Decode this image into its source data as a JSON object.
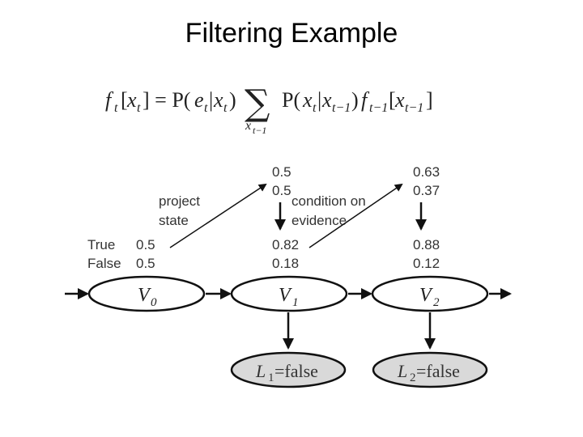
{
  "title": "Filtering Example",
  "formula": {
    "text": "f_t[x_t] = P(e_t|x_t) Σ_{x_{t-1}} P(x_t|x_{t-1}) f_{t-1}[x_{t-1}]"
  },
  "row_labels": {
    "true": "True",
    "false": "False"
  },
  "annotations": {
    "project_state_line1": "project",
    "project_state_line2": "state",
    "condition_line1": "condition on",
    "condition_line2": "evidence"
  },
  "predicted": [
    {
      "true": "0.5",
      "false": "0.5"
    },
    {
      "true": "0.63",
      "false": "0.37"
    }
  ],
  "filtered": [
    {
      "true": "0.5",
      "false": "0.5"
    },
    {
      "true": "0.82",
      "false": "0.18"
    },
    {
      "true": "0.88",
      "false": "0.12"
    }
  ],
  "nodes": [
    {
      "var": "V",
      "sub": "0"
    },
    {
      "var": "V",
      "sub": "1"
    },
    {
      "var": "V",
      "sub": "2"
    }
  ],
  "observations": [
    {
      "var": "L",
      "sub": "1",
      "value": "=false"
    },
    {
      "var": "L",
      "sub": "2",
      "value": "=false"
    }
  ]
}
